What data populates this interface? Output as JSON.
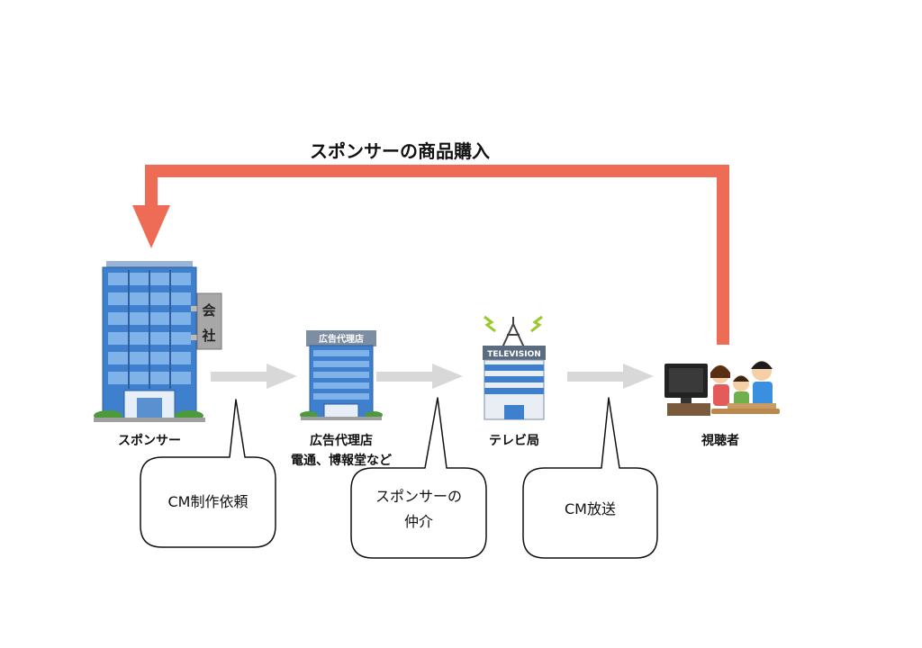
{
  "title": "スポンサーの商品購入",
  "nodes": [
    {
      "id": "sponsor",
      "label": "スポンサー",
      "sign": [
        "会",
        "社"
      ]
    },
    {
      "id": "agency",
      "label_lines": [
        "広告代理店",
        "電通、博報堂など"
      ],
      "sign": "広告代理店"
    },
    {
      "id": "tv",
      "label": "テレビ局",
      "sign": "TELEVISION"
    },
    {
      "id": "viewer",
      "label": "視聴者"
    }
  ],
  "bubbles": [
    {
      "lines": [
        "CM制作依頼"
      ]
    },
    {
      "lines": [
        "スポンサーの",
        "仲介"
      ]
    },
    {
      "lines": [
        "CM放送"
      ]
    }
  ],
  "colors": {
    "feedback_arrow": "#ee6b55",
    "flow_arrow": "#d8d8d8",
    "building_blue": "#3e7fce"
  }
}
